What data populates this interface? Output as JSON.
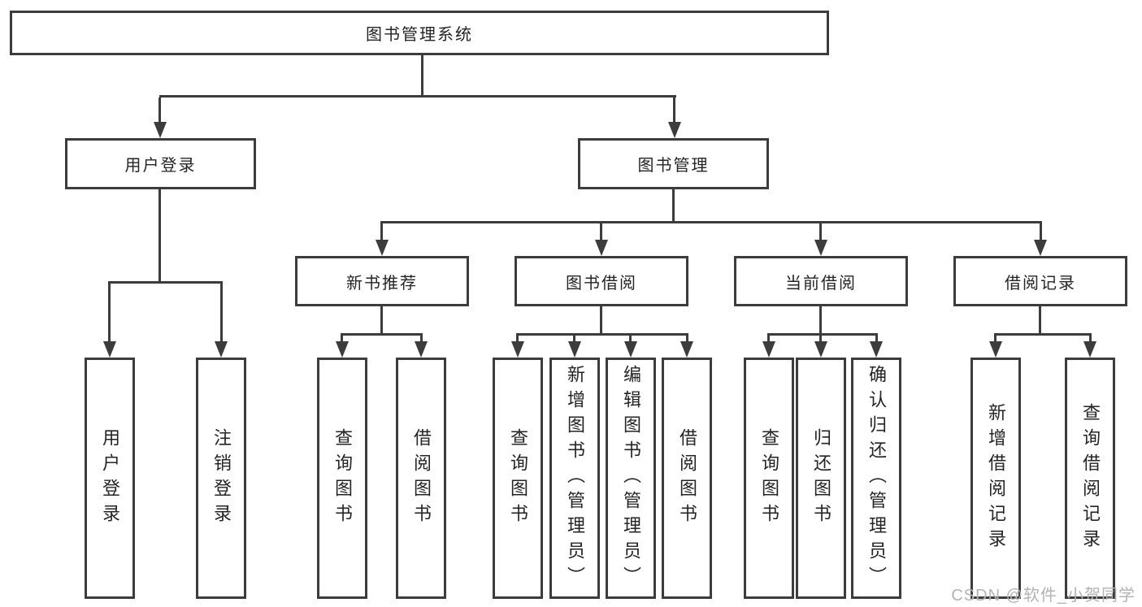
{
  "diagram": {
    "type": "hierarchy-tree",
    "tree": {
      "label": "图书管理系统",
      "children": [
        {
          "label": "用户登录",
          "children": [
            {
              "label": "用户登录"
            },
            {
              "label": "注销登录"
            }
          ]
        },
        {
          "label": "图书管理",
          "children": [
            {
              "label": "新书推荐",
              "children": [
                {
                  "label": "查询图书"
                },
                {
                  "label": "借阅图书"
                }
              ]
            },
            {
              "label": "图书借阅",
              "children": [
                {
                  "label": "查询图书"
                },
                {
                  "label": "新增图书（管理员）"
                },
                {
                  "label": "编辑图书（管理员）"
                },
                {
                  "label": "借阅图书"
                }
              ]
            },
            {
              "label": "当前借阅",
              "children": [
                {
                  "label": "查询图书"
                },
                {
                  "label": "归还图书"
                },
                {
                  "label": "确认归还（管理员）"
                }
              ]
            },
            {
              "label": "借阅记录",
              "children": [
                {
                  "label": "新增借阅记录"
                },
                {
                  "label": "查询借阅记录"
                }
              ]
            }
          ]
        }
      ]
    },
    "watermark": "CSDN @软件_小贺同学",
    "colors": {
      "line": "#3c3c3c",
      "text": "#242424",
      "background": "#ffffff",
      "watermark": "#b3b3b3"
    }
  }
}
